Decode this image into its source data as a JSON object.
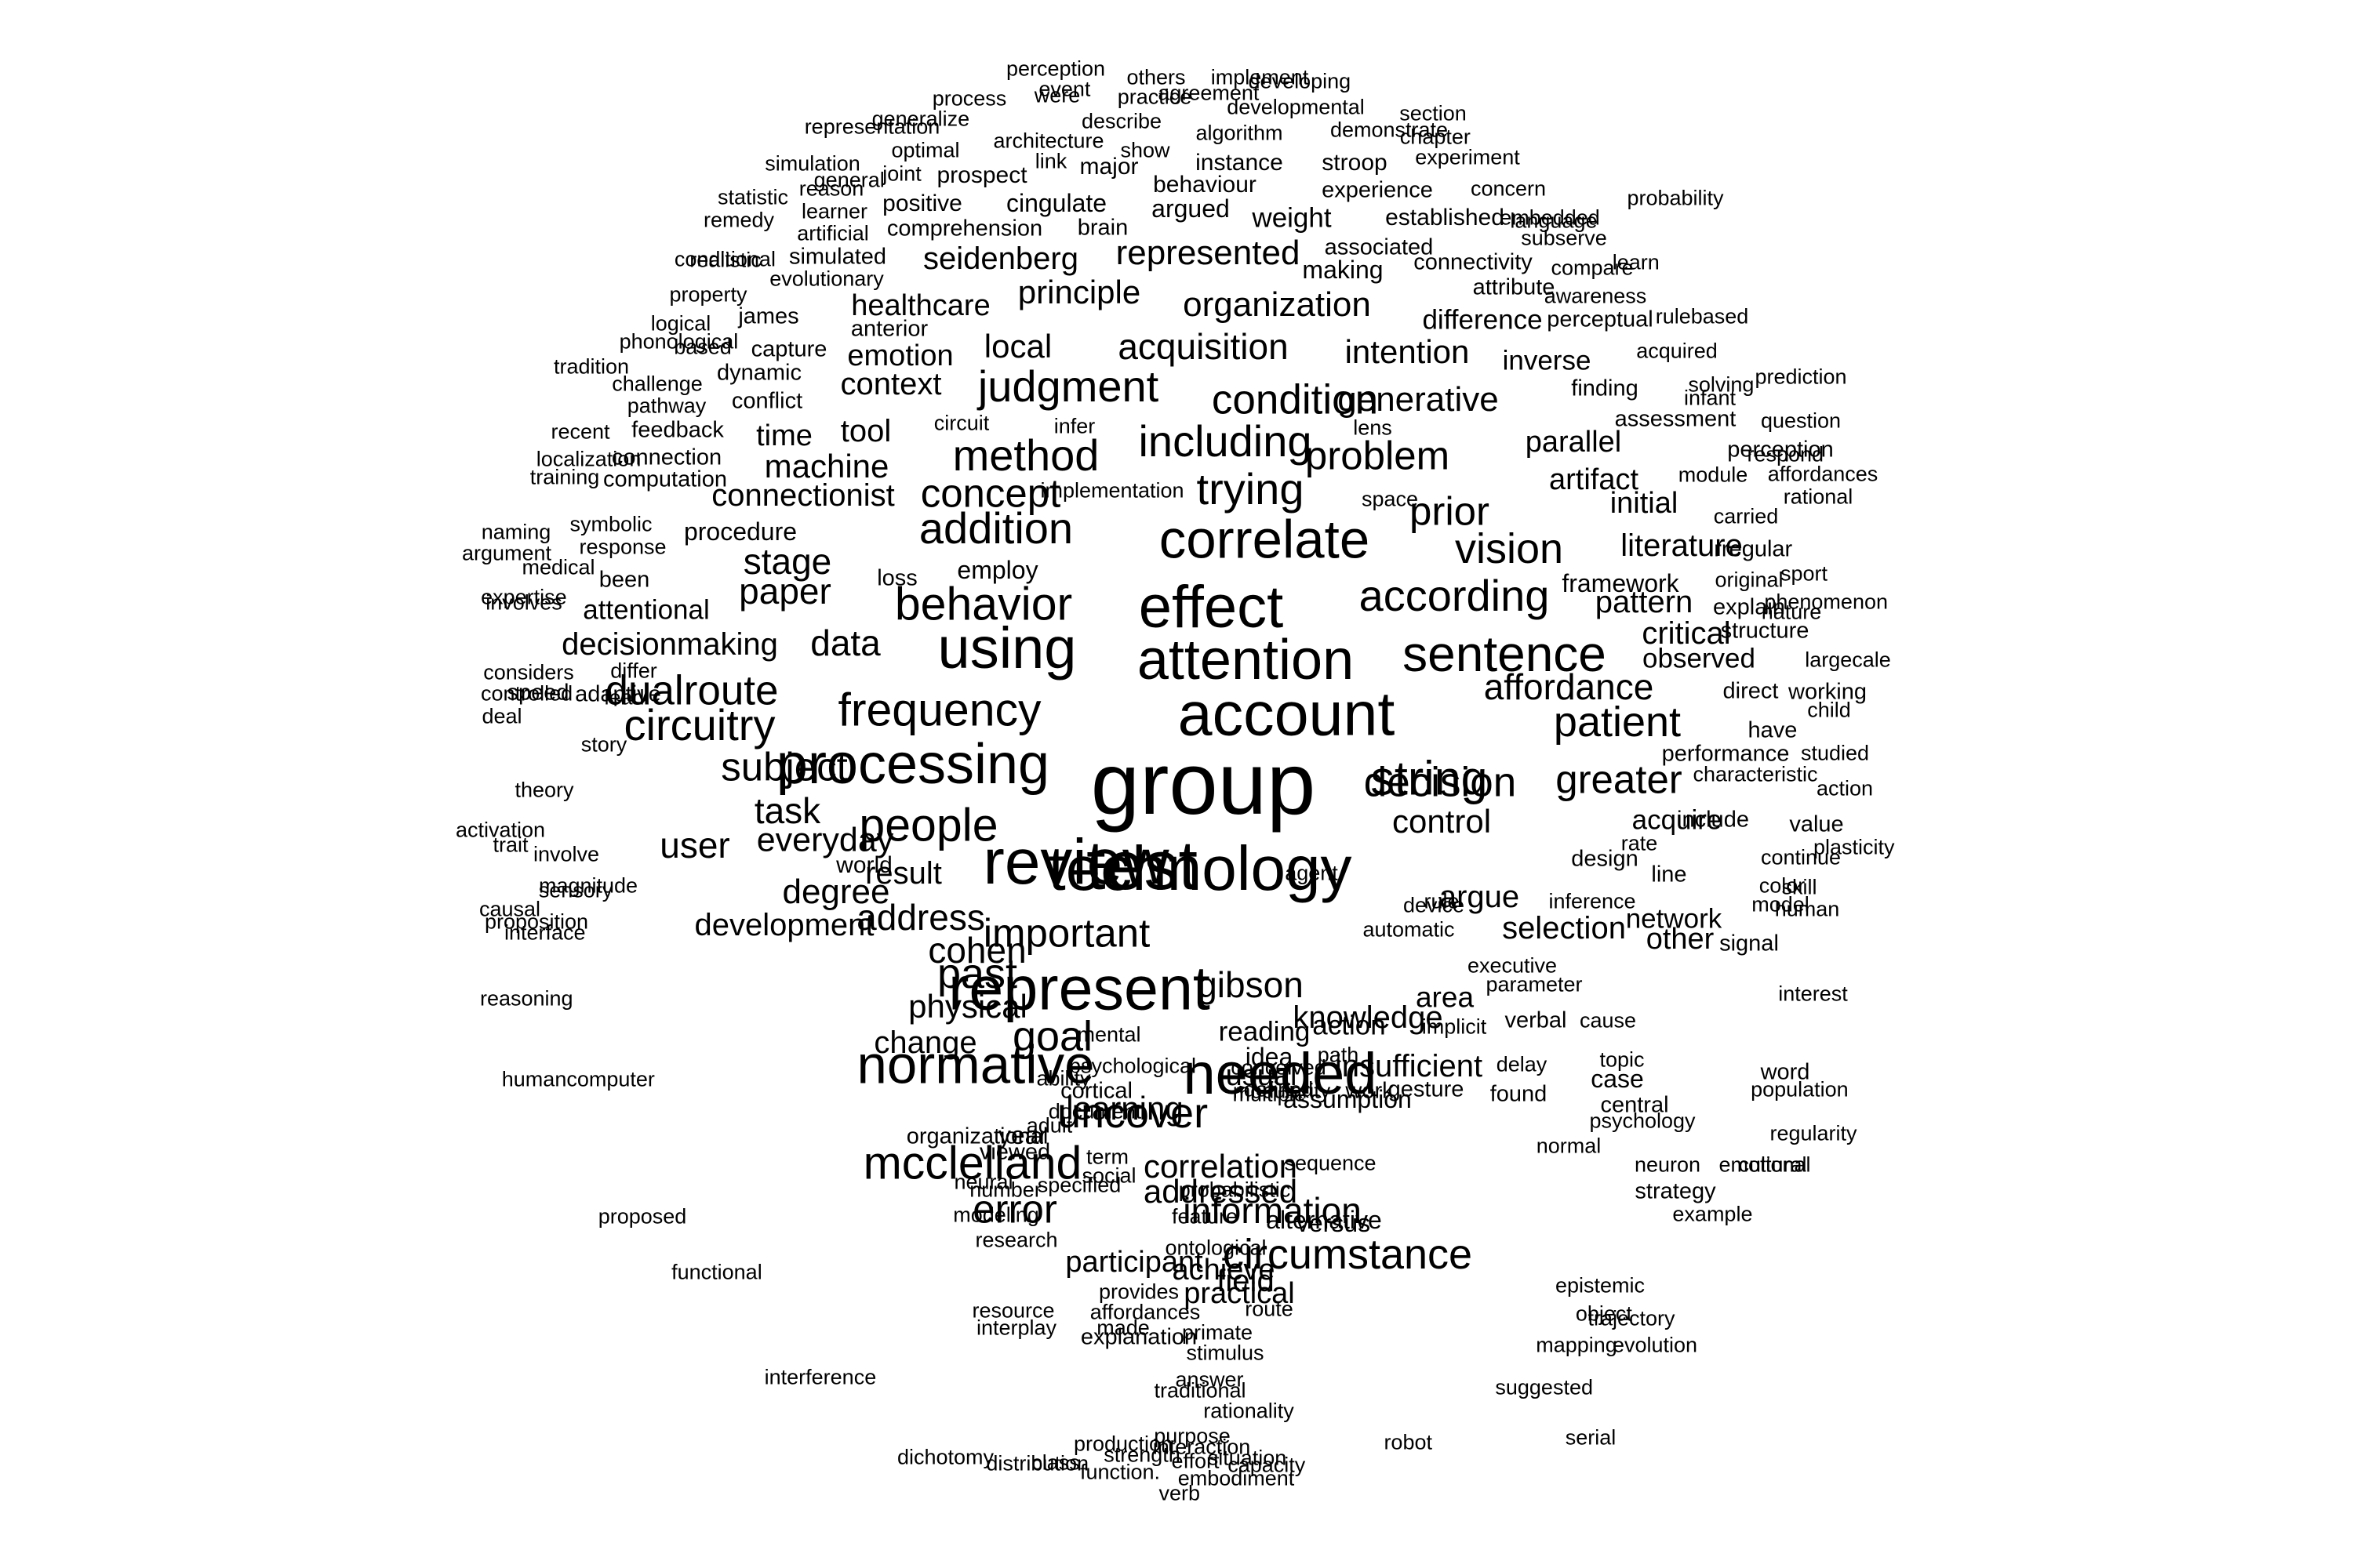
{
  "text_color": "#000000",
  "background_color": "#ffffff",
  "words": [
    "perception",
    "others",
    "implement",
    "process",
    "were",
    "practice",
    "developmental",
    "section",
    "describe",
    "representation",
    "architecture",
    "show",
    "algorithm",
    "demonstrate",
    "optimal",
    "simulation",
    "joint",
    "link",
    "major",
    "instance",
    "stroop",
    "experiment",
    "reason",
    "prospect",
    "behaviour",
    "concern",
    "statistic",
    "positive",
    "cingulate",
    "argued",
    "weight",
    "experience",
    "probability",
    "learner",
    "remedy",
    "artificial",
    "comprehension",
    "brain",
    "established",
    "embedded",
    "subserve",
    "represented",
    "associated",
    "realistic",
    "simulated",
    "seidenberg",
    "making",
    "connectivity",
    "compare",
    "evolutionary",
    "attribute",
    "property",
    "healthcare",
    "principle",
    "organization",
    "awareness",
    "james",
    "logical",
    "difference",
    "perceptual",
    "rulebased",
    "anterior",
    "based",
    "capture",
    "acquisition",
    "local",
    "emotion",
    "intention",
    "acquired",
    "dynamic",
    "tradition",
    "inverse",
    "challenge",
    "context",
    "judgment",
    "prediction",
    "generative",
    "condition",
    "pathway",
    "conflict",
    "finding",
    "infant",
    "circuit",
    "infer",
    "assessment",
    "question",
    "tool",
    "time",
    "including",
    "recent",
    "feedback",
    "lens",
    "parallel",
    "method",
    "perception",
    "connection",
    "problem",
    "training",
    "computation",
    "machine",
    "module",
    "affordances",
    "artifact",
    "implementation",
    "trying",
    "concept",
    "rational",
    "connectionist",
    "space",
    "prior",
    "initial",
    "naming",
    "symbolic",
    "carried",
    "procedure",
    "addition",
    "response",
    "correlate",
    "argument",
    "vision",
    "literature",
    "irregular",
    "stage",
    "medical",
    "been",
    "employ",
    "framework",
    "loss",
    "original",
    "sport",
    "according",
    "paper",
    "behavior",
    "involves",
    "pattern",
    "explain",
    "effect",
    "attentional",
    "nature",
    "critical",
    "structure",
    "decisionmaking",
    "data",
    "sentence",
    "using",
    "considers",
    "observed",
    "largecale",
    "differ",
    "attention",
    "affordance",
    "speed",
    "adaptive",
    "dualroute",
    "direct",
    "working",
    "frequency",
    "patient",
    "deal",
    "lead",
    "child",
    "circuitry",
    "have",
    "account",
    "story",
    "performance",
    "characteristic",
    "subject",
    "string",
    "greater",
    "processing",
    "decision",
    "group",
    "task",
    "acquire",
    "include",
    "action",
    "theory",
    "activation",
    "control",
    "involve",
    "test",
    "value",
    "everyday",
    "design",
    "user",
    "technology",
    "people",
    "world",
    "rate",
    "sensory",
    "line",
    "continue",
    "review",
    "skill",
    "causal",
    "magnitude",
    "result",
    "degree",
    "argue",
    "model",
    "inference",
    "color",
    "device",
    "agent",
    "important",
    "address",
    "selection",
    "rule",
    "development",
    "network",
    "proposition",
    "human",
    "past",
    "represent",
    "executive",
    "automatic",
    "gibson",
    "area",
    "cohen",
    "other",
    "signal",
    "cause",
    "physical",
    "normative",
    "parameter",
    "needed",
    "knowledge",
    "idea",
    "action",
    "implicit",
    "topic",
    "change",
    "goal",
    "organizational",
    "cortical",
    "found",
    "usual",
    "learning",
    "verbal",
    "delay",
    "mcclelland",
    "assumption",
    "multiple",
    "gesture",
    "modularity",
    "mental",
    "case",
    "word",
    "insufficient",
    "reading",
    "sequence",
    "psychological",
    "document",
    "defined",
    "ability",
    "uncover",
    "work",
    "conceived",
    "adult",
    "regularity",
    "year",
    "central",
    "neural",
    "specified",
    "neuron",
    "emotional",
    "number",
    "path",
    "viewed",
    "psychology",
    "social",
    "normal",
    "alternative",
    "error",
    "circumstance",
    "cultural",
    "term",
    "correlation",
    "versus",
    "addressed",
    "strategy",
    "probabilistic",
    "modeling",
    "information",
    "research",
    "field",
    "ontological",
    "achieve",
    "participant",
    "feature",
    "practical",
    "provides",
    "affordances",
    "epistemic",
    "resource",
    "made",
    "interplay",
    "explanation",
    "trajectory",
    "primate",
    "stimulus",
    "route",
    "answer",
    "mapping",
    "evolution",
    "traditional",
    "rationality",
    "purpose",
    "interaction",
    "situation",
    "production",
    "strength",
    "serial",
    "class",
    "function.",
    "effort",
    "embodiment",
    "interface",
    "language",
    "capacity",
    "phonological",
    "studied",
    "functional",
    "agreement",
    "object",
    "controlled",
    "solving",
    "distribution",
    "general",
    "interest",
    "humancomputer",
    "chapter",
    "robot",
    "localization",
    "phenomenon",
    "interference",
    "event",
    "example",
    "trait",
    "learn",
    "verb",
    "conditional",
    "plasticity",
    "proposed",
    "developing",
    "suggested",
    "expertise",
    "respond",
    "dichotomy",
    "generalize",
    "population",
    "reasoning"
  ]
}
